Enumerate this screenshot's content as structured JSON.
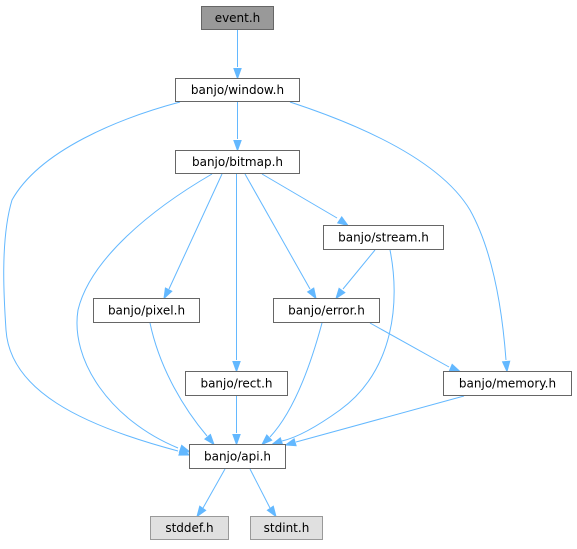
{
  "nodes": [
    {
      "id": "event",
      "label": "event.h",
      "kind": "root"
    },
    {
      "id": "window",
      "label": "banjo/window.h",
      "kind": "normal"
    },
    {
      "id": "bitmap",
      "label": "banjo/bitmap.h",
      "kind": "normal"
    },
    {
      "id": "stream",
      "label": "banjo/stream.h",
      "kind": "normal"
    },
    {
      "id": "pixel",
      "label": "banjo/pixel.h",
      "kind": "normal"
    },
    {
      "id": "error",
      "label": "banjo/error.h",
      "kind": "normal"
    },
    {
      "id": "rect",
      "label": "banjo/rect.h",
      "kind": "normal"
    },
    {
      "id": "memory",
      "label": "banjo/memory.h",
      "kind": "normal"
    },
    {
      "id": "api",
      "label": "banjo/api.h",
      "kind": "normal"
    },
    {
      "id": "stddef",
      "label": "stddef.h",
      "kind": "external"
    },
    {
      "id": "stdint",
      "label": "stdint.h",
      "kind": "external"
    }
  ],
  "edges": [
    {
      "from": "event",
      "to": "window"
    },
    {
      "from": "window",
      "to": "bitmap"
    },
    {
      "from": "window",
      "to": "api"
    },
    {
      "from": "window",
      "to": "memory"
    },
    {
      "from": "bitmap",
      "to": "stream"
    },
    {
      "from": "bitmap",
      "to": "pixel"
    },
    {
      "from": "bitmap",
      "to": "error"
    },
    {
      "from": "bitmap",
      "to": "rect"
    },
    {
      "from": "bitmap",
      "to": "api"
    },
    {
      "from": "stream",
      "to": "error"
    },
    {
      "from": "stream",
      "to": "api"
    },
    {
      "from": "error",
      "to": "memory"
    },
    {
      "from": "error",
      "to": "api"
    },
    {
      "from": "pixel",
      "to": "api"
    },
    {
      "from": "rect",
      "to": "api"
    },
    {
      "from": "memory",
      "to": "api"
    },
    {
      "from": "api",
      "to": "stddef"
    },
    {
      "from": "api",
      "to": "stdint"
    }
  ],
  "colors": {
    "edge": "#63b8ff",
    "root_fill": "#999999",
    "external_fill": "#e0e0e0",
    "border": "#666666"
  }
}
